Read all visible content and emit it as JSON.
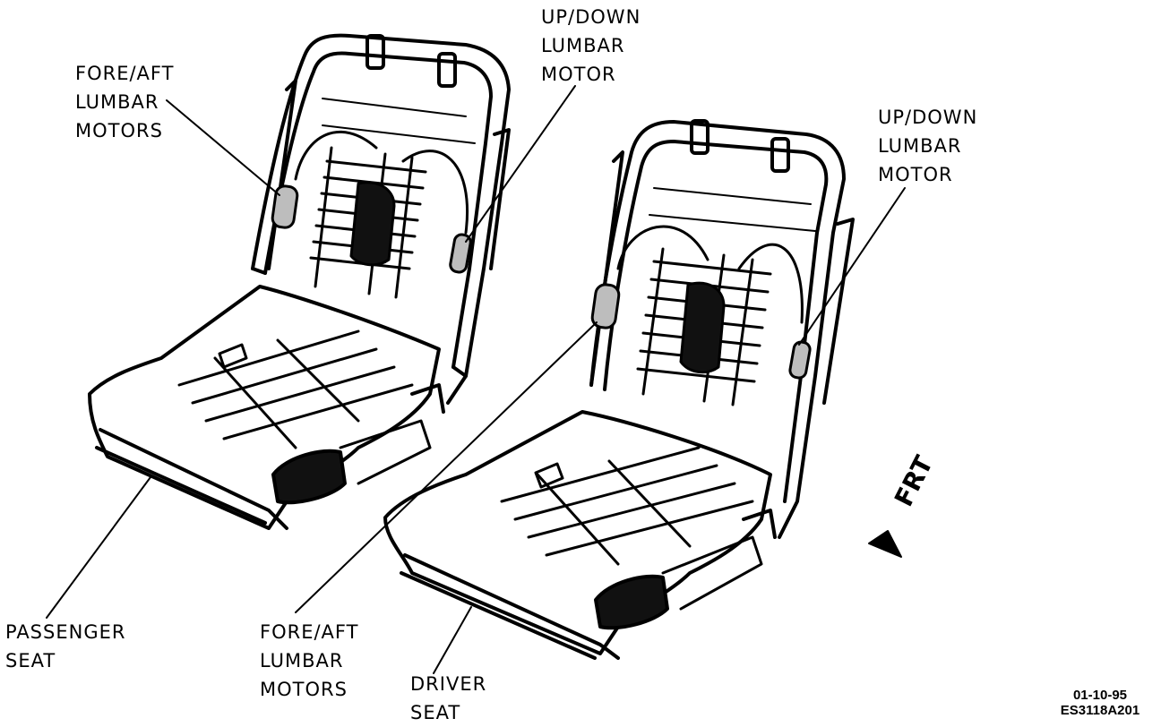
{
  "labels": {
    "fore_aft_passenger": [
      "FORE/AFT",
      "LUMBAR",
      "MOTORS"
    ],
    "up_down_passenger": [
      "UP/DOWN",
      "LUMBAR",
      "MOTOR"
    ],
    "up_down_driver": [
      "UP/DOWN",
      "LUMBAR",
      "MOTOR"
    ],
    "passenger_seat": [
      "PASSENGER",
      "SEAT"
    ],
    "fore_aft_driver": [
      "FORE/AFT",
      "LUMBAR",
      "MOTORS"
    ],
    "driver_seat": [
      "DRIVER",
      "SEAT"
    ],
    "front_indicator": "FRT"
  },
  "figure_code": {
    "date": "01-10-95",
    "id": "ES3118A201"
  },
  "colors": {
    "ink": "#000000",
    "paper": "#ffffff",
    "motor_fill": "#bdbdbd"
  }
}
